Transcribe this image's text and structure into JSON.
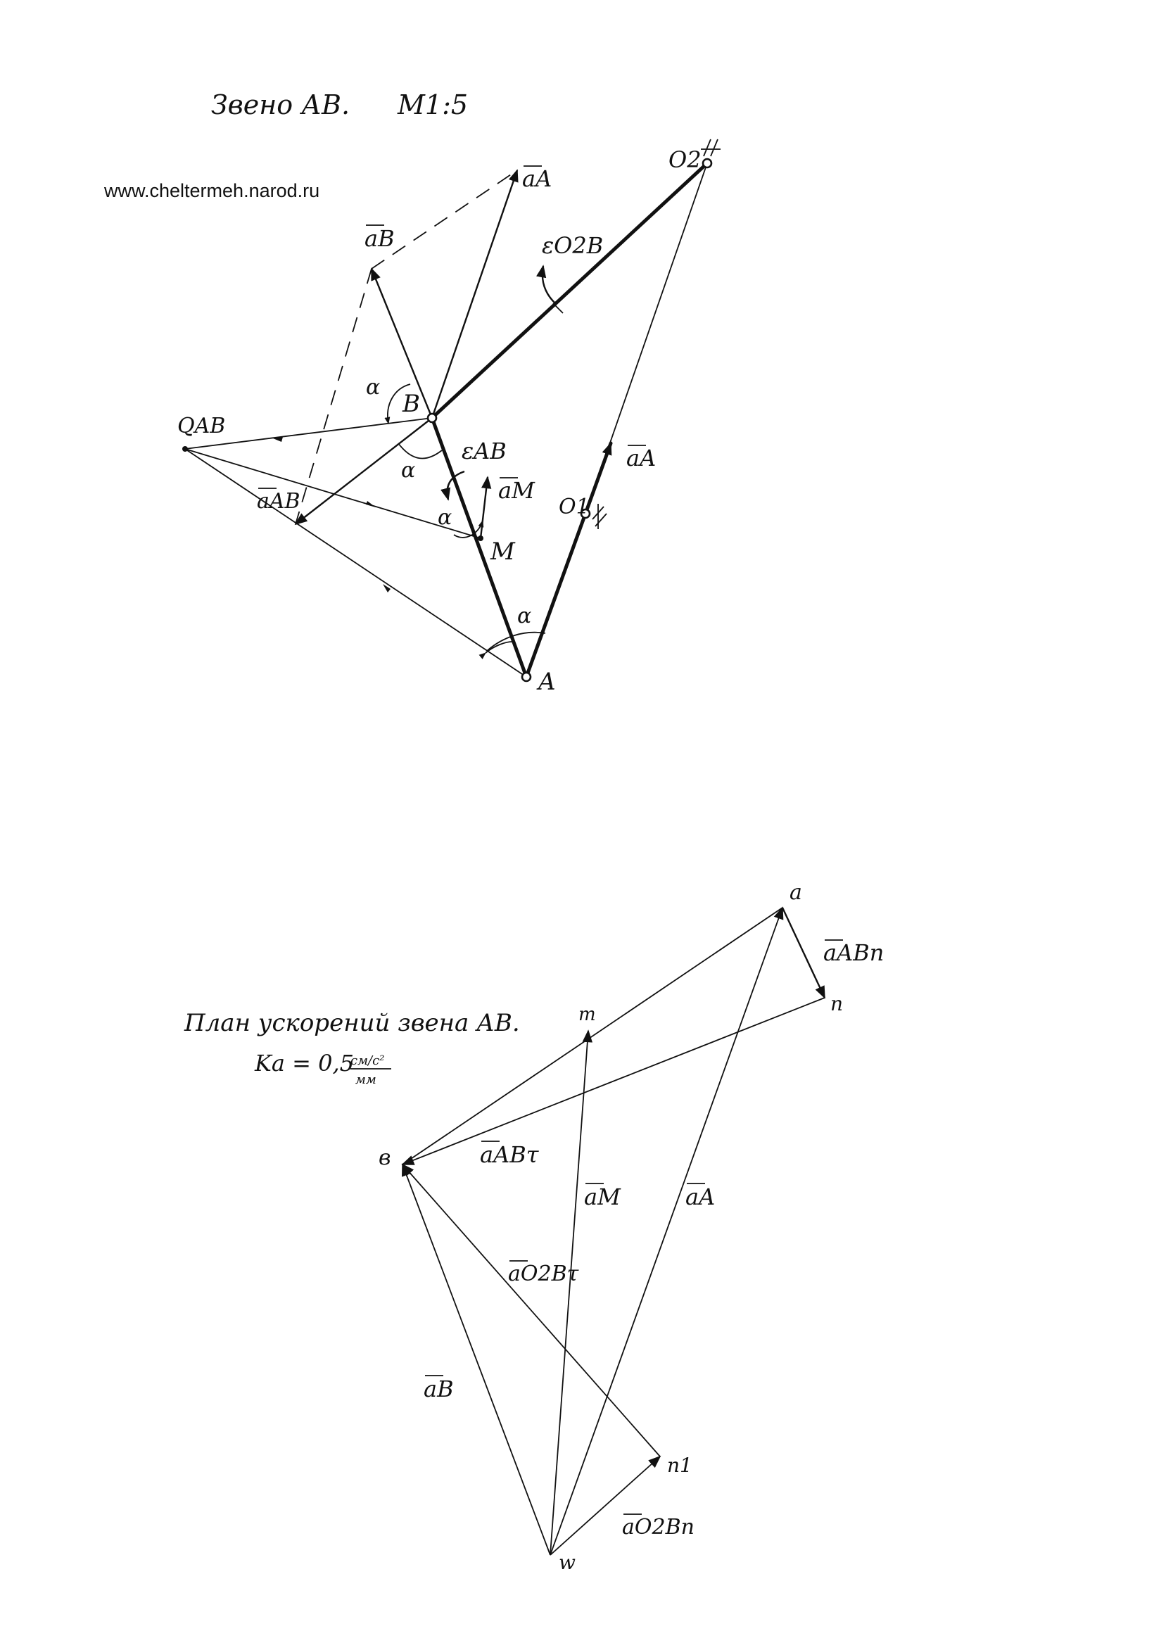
{
  "header": {
    "title": "Звено АВ.",
    "scale": "М1:5",
    "website": "www.cheltermeh.narod.ru"
  },
  "mechanism": {
    "points": {
      "O2": "O2",
      "O1": "O1",
      "A": "A",
      "B": "B",
      "M": "M",
      "Q": "QAB"
    },
    "vectors": {
      "aA_top": "aA",
      "aA_right": "aA",
      "aB": "aB",
      "aAB": "aAB",
      "aM": "aM"
    },
    "angular": {
      "eps_O2B": "εO2B",
      "eps_AB": "εAB"
    },
    "angle_symbol": "α"
  },
  "plan": {
    "title": "План ускорений звена АВ.",
    "scale_text": "Ka = 0,5",
    "scale_unit_num": "см/с²",
    "scale_unit_den": "мм",
    "points": {
      "a": "a",
      "m": "m",
      "n": "n",
      "b": "в",
      "n1": "n1",
      "w": "w"
    },
    "vectors": {
      "aAB_n": "aABn",
      "aAB_tau": "aABτ",
      "aM": "aM",
      "aA": "aA",
      "aO2B_tau": "aO2Bτ",
      "aB": "aB",
      "aO2B_n": "aO2Bn"
    }
  },
  "colors": {
    "ink": "#111111",
    "paper": "#ffffff"
  }
}
